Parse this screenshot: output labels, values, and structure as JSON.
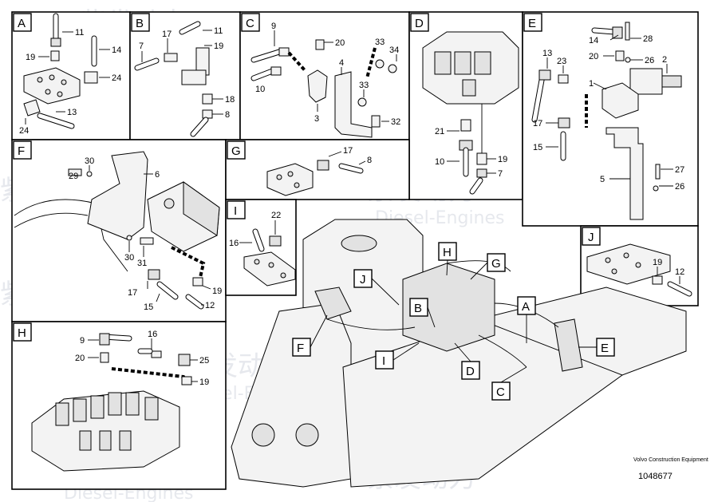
{
  "watermark": {
    "text_cn": "紫发动力",
    "text_en": "Diesel-Engines"
  },
  "panels": {
    "A": {
      "label": "A",
      "callouts": [
        "11",
        "19",
        "14",
        "24",
        "13",
        "24"
      ]
    },
    "B": {
      "label": "B",
      "callouts": [
        "17",
        "11",
        "19",
        "7",
        "18",
        "8"
      ]
    },
    "C": {
      "label": "C",
      "callouts": [
        "9",
        "20",
        "33",
        "34",
        "4",
        "10",
        "33",
        "3",
        "32"
      ]
    },
    "D": {
      "label": "D",
      "callouts": [
        "21",
        "10",
        "19",
        "7"
      ]
    },
    "E": {
      "label": "E",
      "callouts": [
        "14",
        "28",
        "20",
        "26",
        "2",
        "13",
        "23",
        "1",
        "17",
        "15",
        "5",
        "27",
        "26"
      ]
    },
    "F": {
      "label": "F",
      "callouts": [
        "29",
        "30",
        "6",
        "30",
        "31",
        "17",
        "15",
        "19",
        "12"
      ]
    },
    "G": {
      "label": "G",
      "callouts": [
        "17",
        "8"
      ]
    },
    "I": {
      "label": "I",
      "callouts": [
        "22",
        "16"
      ]
    },
    "J": {
      "label": "J",
      "callouts": [
        "19",
        "12"
      ]
    },
    "H": {
      "label": "H",
      "callouts": [
        "16",
        "9",
        "20",
        "25",
        "19"
      ]
    }
  },
  "overview_labels": [
    "H",
    "G",
    "J",
    "B",
    "A",
    "F",
    "I",
    "D",
    "C",
    "E"
  ],
  "footer": {
    "brand": "Volvo Construction Equipment",
    "drawing_number": "1048677"
  }
}
